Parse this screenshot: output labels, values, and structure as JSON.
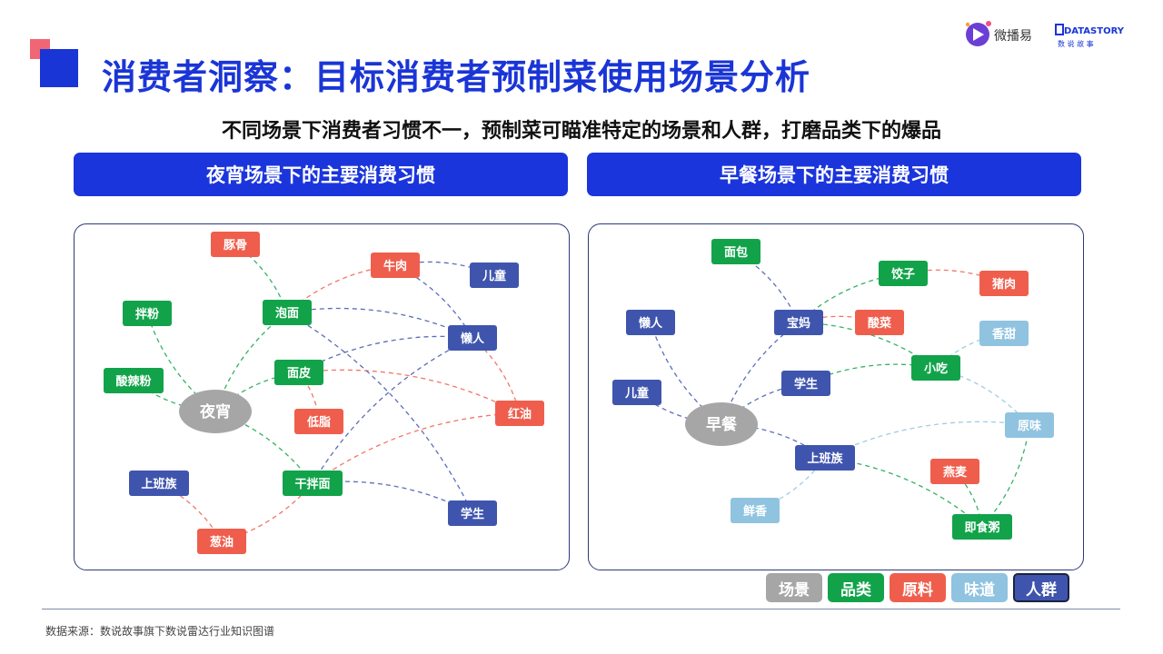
{
  "title": "消费者洞察：目标消费者预制菜使用场景分析",
  "subtitle": "不同场景下消费者习惯不一，预制菜可瞄准特定的场景和人群，打磨品类下的爆品",
  "brand": {
    "logo1_text": "微播易",
    "logo2_text": "DATASTORY",
    "logo2_sub": "数 说 故 事"
  },
  "colors": {
    "场景": "#a6a6a6",
    "品类": "#12a34a",
    "原料": "#ef5e4d",
    "味道": "#8fc3e0",
    "人群": "#3f55ad",
    "accent": "#1a35d6"
  },
  "left": {
    "header": "夜宵场景下的主要消费习惯",
    "nodes": [
      {
        "id": "hub",
        "label": "夜宵",
        "type": "场景"
      },
      {
        "id": "tunnel",
        "label": "豚骨",
        "type": "原料"
      },
      {
        "id": "beef",
        "label": "牛肉",
        "type": "原料"
      },
      {
        "id": "kids",
        "label": "儿童",
        "type": "人群"
      },
      {
        "id": "banfen",
        "label": "拌粉",
        "type": "品类"
      },
      {
        "id": "paomian",
        "label": "泡面",
        "type": "品类"
      },
      {
        "id": "lazy",
        "label": "懒人",
        "type": "人群"
      },
      {
        "id": "suanla",
        "label": "酸辣粉",
        "type": "品类"
      },
      {
        "id": "mianpi",
        "label": "面皮",
        "type": "品类"
      },
      {
        "id": "hongyou",
        "label": "红油",
        "type": "原料"
      },
      {
        "id": "dizhi",
        "label": "低脂",
        "type": "原料"
      },
      {
        "id": "worker",
        "label": "上班族",
        "type": "人群"
      },
      {
        "id": "ganban",
        "label": "干拌面",
        "type": "品类"
      },
      {
        "id": "student",
        "label": "学生",
        "type": "人群"
      },
      {
        "id": "congyou",
        "label": "葱油",
        "type": "原料"
      }
    ],
    "edges": [
      [
        "hub",
        "banfen"
      ],
      [
        "hub",
        "suanla"
      ],
      [
        "hub",
        "paomian"
      ],
      [
        "hub",
        "mianpi"
      ],
      [
        "hub",
        "ganban"
      ],
      [
        "tunnel",
        "paomian"
      ],
      [
        "paomian",
        "beef"
      ],
      [
        "beef",
        "kids"
      ],
      [
        "beef",
        "lazy"
      ],
      [
        "paomian",
        "lazy"
      ],
      [
        "mianpi",
        "lazy"
      ],
      [
        "mianpi",
        "dizhi"
      ],
      [
        "mianpi",
        "hongyou"
      ],
      [
        "lazy",
        "hongyou"
      ],
      [
        "paomian",
        "student"
      ],
      [
        "ganban",
        "hongyou"
      ],
      [
        "ganban",
        "congyou"
      ],
      [
        "worker",
        "congyou"
      ],
      [
        "ganban",
        "student"
      ],
      [
        "ganban",
        "lazy"
      ]
    ]
  },
  "right": {
    "header": "早餐场景下的主要消费习惯",
    "nodes": [
      {
        "id": "hub",
        "label": "早餐",
        "type": "场景"
      },
      {
        "id": "bread",
        "label": "面包",
        "type": "品类"
      },
      {
        "id": "dumpling",
        "label": "饺子",
        "type": "品类"
      },
      {
        "id": "pork",
        "label": "猪肉",
        "type": "原料"
      },
      {
        "id": "lazy",
        "label": "懒人",
        "type": "人群"
      },
      {
        "id": "mom",
        "label": "宝妈",
        "type": "人群"
      },
      {
        "id": "pickled",
        "label": "酸菜",
        "type": "原料"
      },
      {
        "id": "sweet",
        "label": "香甜",
        "type": "味道"
      },
      {
        "id": "kids",
        "label": "儿童",
        "type": "人群"
      },
      {
        "id": "student",
        "label": "学生",
        "type": "人群"
      },
      {
        "id": "snack",
        "label": "小吃",
        "type": "品类"
      },
      {
        "id": "original",
        "label": "原味",
        "type": "味道"
      },
      {
        "id": "worker",
        "label": "上班族",
        "type": "人群"
      },
      {
        "id": "oat",
        "label": "燕麦",
        "type": "原料"
      },
      {
        "id": "fresh",
        "label": "鲜香",
        "type": "味道"
      },
      {
        "id": "porridge",
        "label": "即食粥",
        "type": "品类"
      }
    ],
    "edges": [
      [
        "hub",
        "lazy"
      ],
      [
        "hub",
        "kids"
      ],
      [
        "hub",
        "mom"
      ],
      [
        "hub",
        "student"
      ],
      [
        "hub",
        "worker"
      ],
      [
        "bread",
        "mom"
      ],
      [
        "mom",
        "dumpling"
      ],
      [
        "dumpling",
        "pork"
      ],
      [
        "mom",
        "pickled"
      ],
      [
        "mom",
        "snack"
      ],
      [
        "snack",
        "sweet"
      ],
      [
        "student",
        "snack"
      ],
      [
        "snack",
        "original"
      ],
      [
        "worker",
        "original"
      ],
      [
        "worker",
        "fresh"
      ],
      [
        "worker",
        "porridge"
      ],
      [
        "oat",
        "porridge"
      ],
      [
        "original",
        "porridge"
      ]
    ]
  },
  "legend": [
    {
      "label": "场景",
      "type": "场景"
    },
    {
      "label": "品类",
      "type": "品类"
    },
    {
      "label": "原料",
      "type": "原料"
    },
    {
      "label": "味道",
      "type": "味道"
    },
    {
      "label": "人群",
      "type": "人群"
    }
  ],
  "source": "数据来源：数说故事旗下数说雷达行业知识图谱"
}
